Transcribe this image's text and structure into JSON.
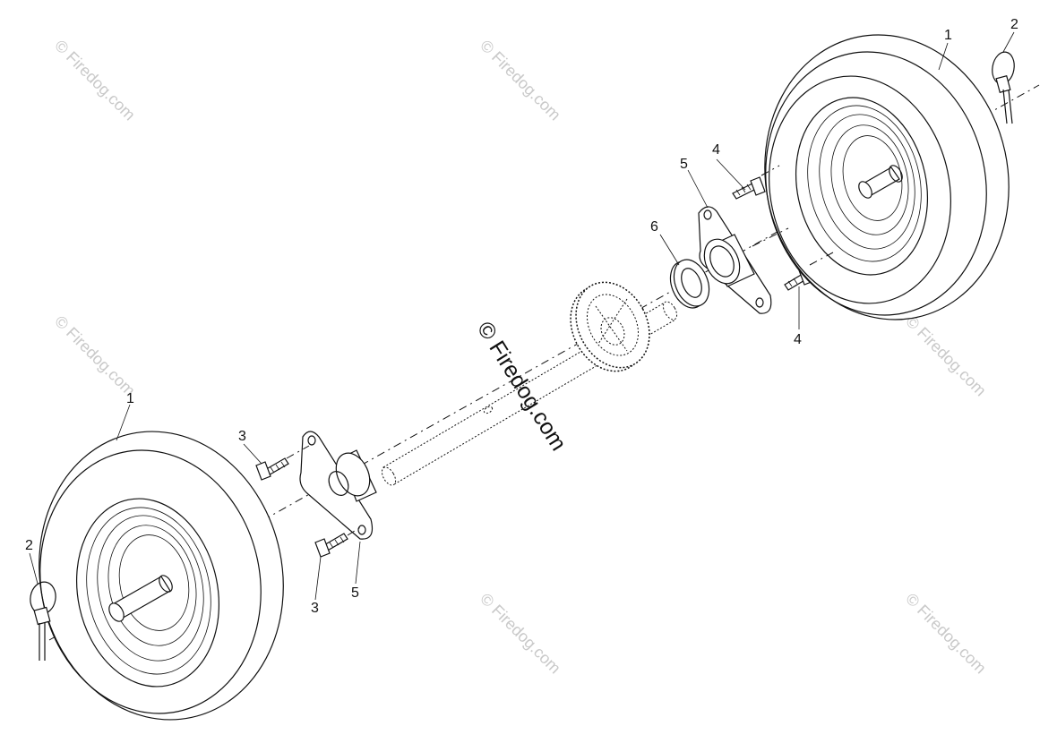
{
  "callouts": {
    "tire_right": "1",
    "tire_left": "1",
    "pin_right": "2",
    "pin_left": "2",
    "bolt_left_top": "3",
    "bolt_left_bottom": "3",
    "bolt_right_top": "4",
    "bolt_right_bottom": "4",
    "bracket_right": "5",
    "bracket_left": "5",
    "washer": "6"
  },
  "watermark": {
    "text": "© Firedog.com",
    "center_text": "© Firedog.com"
  }
}
